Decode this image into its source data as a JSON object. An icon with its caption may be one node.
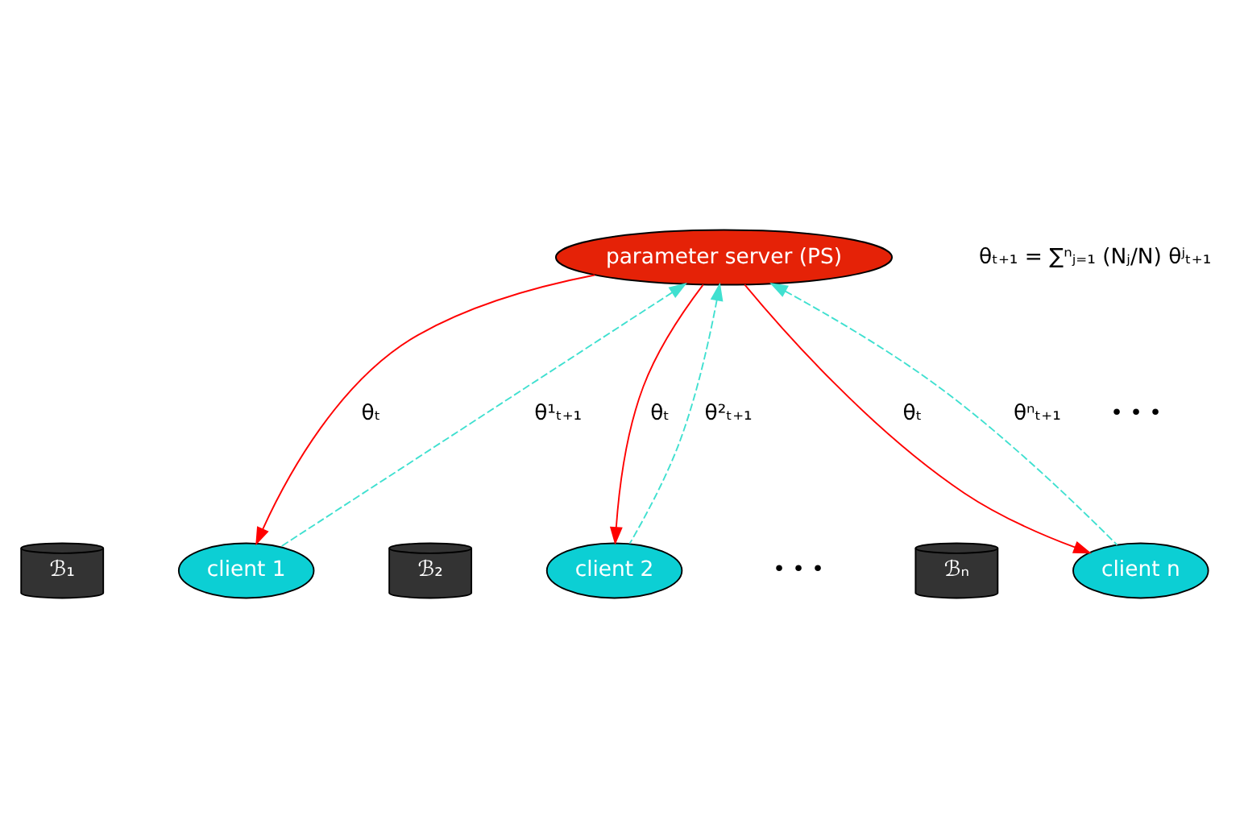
{
  "diagram": {
    "nodes": [
      {
        "text": [
          "parameter server (PS)"
        ]
      },
      {
        "text": [
          "client 1"
        ]
      },
      {
        "text": [
          "client 2"
        ]
      },
      {
        "text": [
          "client n"
        ]
      },
      {
        "text": [
          "ℬ₁"
        ]
      },
      {
        "text": [
          "ℬ₂"
        ]
      },
      {
        "text": [
          "ℬₙ"
        ]
      }
    ],
    "edges": [
      {
        "from": 0,
        "to": 1,
        "arrow": "to",
        "label": "θₜ",
        "color": "#ff0000"
      },
      {
        "from": 1,
        "to": 0,
        "arrow": "to",
        "label": "θ¹ₜ₊₁",
        "style": "dashed",
        "color": "#40e0d0"
      },
      {
        "from": 0,
        "to": 2,
        "arrow": "to",
        "label": "θₜ",
        "color": "#ff0000"
      },
      {
        "from": 2,
        "to": 0,
        "arrow": "to",
        "label": "θ²ₜ₊₁",
        "style": "dashed",
        "color": "#40e0d0"
      },
      {
        "from": 0,
        "to": 3,
        "arrow": "to",
        "label": "θₜ",
        "color": "#ff0000"
      },
      {
        "from": 3,
        "to": 0,
        "arrow": "to",
        "label": "θⁿₜ₊₁",
        "style": "dashed",
        "color": "#40e0d0"
      }
    ],
    "labels": [
      "θₜ₊₁ = ∑ⁿⱼ₌₁ (Nⱼ/N) θʲₜ₊₁",
      "• • •",
      "• • •"
    ]
  }
}
